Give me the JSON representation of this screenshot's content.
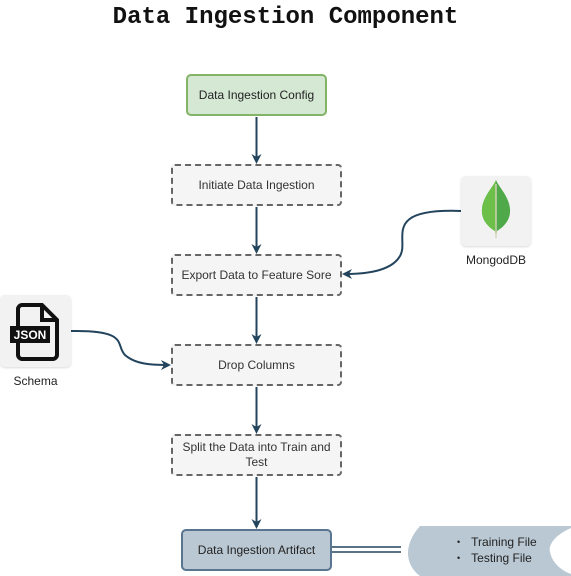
{
  "title": "Data Ingestion Component",
  "nodes": {
    "config": "Data Ingestion Config",
    "initiate": "Initiate Data Ingestion",
    "export": "Export Data to Feature Sore",
    "drop": "Drop Columns",
    "split": "Split the Data into Train and Test",
    "artifact": "Data Ingestion Artifact"
  },
  "sources": {
    "mongo": "MongodDB",
    "schema": "Schema",
    "json_icon_text": "JSON"
  },
  "outputs": {
    "files": [
      "Training File",
      "Testing File"
    ]
  },
  "colors": {
    "config_fill": "#d5e8d4",
    "config_border": "#82b366",
    "artifact_fill": "#bac8d3",
    "arrow": "#23445d",
    "output_shape": "#bac8d3"
  }
}
